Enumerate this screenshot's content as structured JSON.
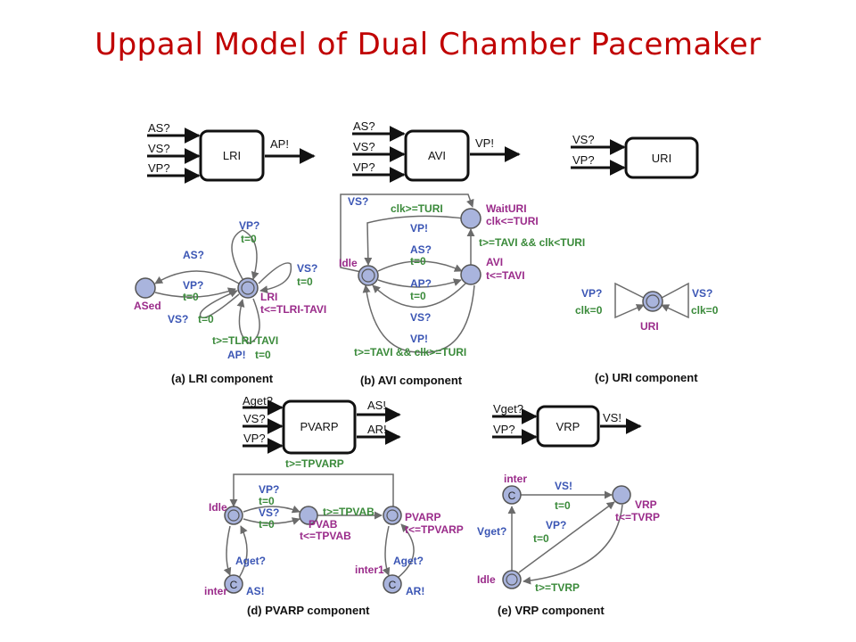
{
  "title": "Uppaal Model of Dual Chamber Pacemaker",
  "colors": {
    "title": "#c00000",
    "state_fill": "#a9b4dd",
    "edge": "#6b6b6b",
    "label_blue": "#3a55b4",
    "label_green": "#3a8a3a",
    "invariant": "#9a2b8a"
  },
  "lri": {
    "block": "LRI",
    "inputs": [
      "AS?",
      "VS?",
      "VP?"
    ],
    "output": "AP!",
    "state_name": "LRI",
    "invariant": "t<=TLRI-TAVI",
    "ased": "ASed",
    "e_as": "AS?",
    "e_vp": "VP?",
    "e_vp_reset": "t=0",
    "e_vs": "VS?",
    "e_vs_reset": "t=0",
    "top_vp": "VP?",
    "top_reset": "t=0",
    "right_vs": "VS?",
    "right_reset": "t=0",
    "guard": "t>=TLRI-TAVI",
    "ap": "AP!",
    "ap_reset": "t=0",
    "caption": "(a) LRI component"
  },
  "avi": {
    "block": "AVI",
    "inputs": [
      "AS?",
      "VS?",
      "VP?"
    ],
    "output": "VP!",
    "idle": "Idle",
    "avi_state": "AVI",
    "avi_inv": "t<=TAVI",
    "waituri": "WaitURI",
    "waituri_inv": "clk<=TURI",
    "vs_top": "VS?",
    "clk_guard": "clk>=TURI",
    "vp_top": "VP!",
    "guard_right": "t>=TAVI && clk<TURI",
    "as": "AS?",
    "as_reset": "t=0",
    "ap": "AP?",
    "ap_reset": "t=0",
    "vs_bottom": "VS?",
    "vp_bottom": "VP!",
    "guard_bottom": "t>=TAVI && clk>=TURI",
    "caption": "(b) AVI component"
  },
  "uri": {
    "block": "URI",
    "inputs": [
      "VS?",
      "VP?"
    ],
    "state_name": "URI",
    "vp": "VP?",
    "vp_reset": "clk=0",
    "vs": "VS?",
    "vs_reset": "clk=0",
    "caption": "(c) URI component"
  },
  "pvarp": {
    "block": "PVARP",
    "inputs": [
      "Aget?",
      "VS?",
      "VP?"
    ],
    "outputs": [
      "AS!",
      "AR!"
    ],
    "top_guard": "t>=TPVARP",
    "idle": "Idle",
    "vp": "VP?",
    "vp_reset": "t=0",
    "vs": "VS?",
    "vs_reset": "t=0",
    "tpvab_guard": "t>=TPVAB",
    "pvab": "PVAB",
    "pvab_inv": "t<=TPVAB",
    "pvarp_state": "PVARP",
    "pvarp_inv": "t<=TPVARP",
    "inter": "inter",
    "inter1": "inter1",
    "aget_l": "Aget?",
    "as_l": "AS!",
    "aget_r": "Aget?",
    "ar_r": "AR!",
    "c": "C",
    "caption": "(d) PVARP component"
  },
  "vrp": {
    "block": "VRP",
    "inputs": [
      "Vget?",
      "VP?"
    ],
    "output": "VS!",
    "inter": "inter",
    "vs": "VS!",
    "vs_reset": "t=0",
    "vrp_state": "VRP",
    "vrp_inv": "t<=TVRP",
    "vget": "Vget?",
    "vp": "VP?",
    "vp_reset": "t=0",
    "idle": "Idle",
    "guard": "t>=TVRP",
    "c": "C",
    "caption": "(e) VRP component"
  }
}
